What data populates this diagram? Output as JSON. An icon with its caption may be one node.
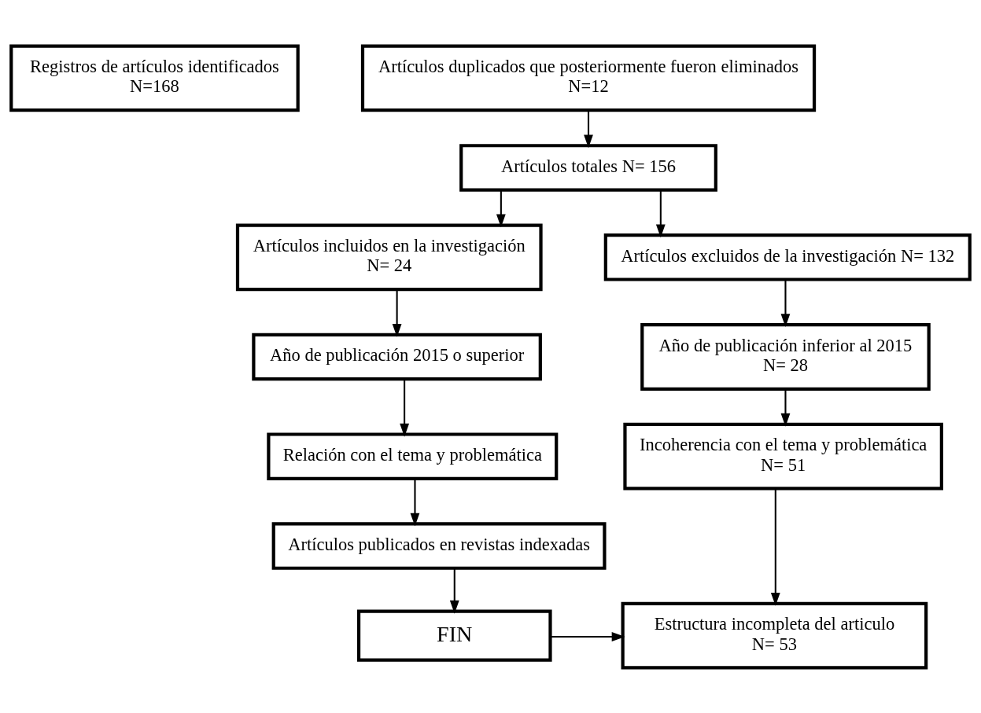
{
  "diagram": {
    "nodes": [
      {
        "text": [
          "Registros de artículos identificados",
          "N=168"
        ]
      },
      {
        "text": [
          "Artículos duplicados que posteriormente fueron eliminados",
          "N=12"
        ]
      },
      {
        "text": [
          "Artículos totales N= 156"
        ]
      },
      {
        "text": [
          "Artículos incluidos en la investigación",
          "N= 24"
        ]
      },
      {
        "text": [
          "Artículos excluidos de la investigación N= 132"
        ]
      },
      {
        "text": [
          "Año de publicación 2015 o superior"
        ]
      },
      {
        "text": [
          "Año de publicación inferior al 2015",
          "N= 28"
        ]
      },
      {
        "text": [
          "Relación con el tema y problemática"
        ]
      },
      {
        "text": [
          "Incoherencia con el tema y problemática",
          "N= 51"
        ]
      },
      {
        "text": [
          "Artículos publicados en revistas indexadas"
        ]
      },
      {
        "text": [
          "FIN"
        ]
      },
      {
        "text": [
          "Estructura incompleta del articulo",
          "N= 53"
        ]
      }
    ],
    "edges": [
      {
        "from": 1,
        "to": 2,
        "arrow": "to"
      },
      {
        "from": 2,
        "to": 3,
        "arrow": "to"
      },
      {
        "from": 2,
        "to": 4,
        "arrow": "to"
      },
      {
        "from": 3,
        "to": 5,
        "arrow": "to"
      },
      {
        "from": 5,
        "to": 7,
        "arrow": "to"
      },
      {
        "from": 7,
        "to": 9,
        "arrow": "to"
      },
      {
        "from": 9,
        "to": 10,
        "arrow": "to"
      },
      {
        "from": 4,
        "to": 6,
        "arrow": "to"
      },
      {
        "from": 6,
        "to": 8,
        "arrow": "to"
      },
      {
        "from": 8,
        "to": 11,
        "arrow": "to"
      },
      {
        "from": 10,
        "to": 11,
        "arrow": "to"
      }
    ]
  }
}
